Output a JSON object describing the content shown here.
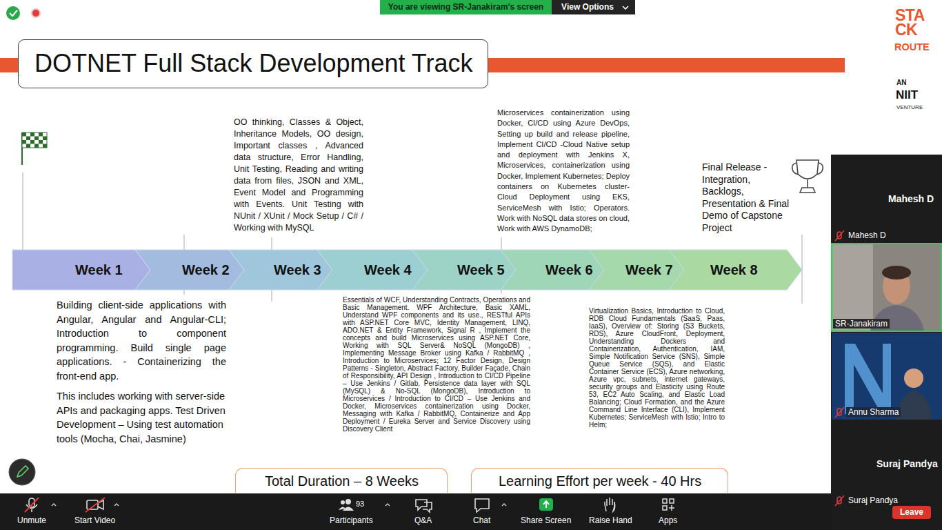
{
  "diagram": {
    "title": "DOTNET Full Stack Development Track",
    "nodes": [
      {
        "text": [
          "Week 1"
        ]
      },
      {
        "text": [
          "Week 2"
        ]
      },
      {
        "text": [
          "Week 3"
        ]
      },
      {
        "text": [
          "Week 4"
        ]
      },
      {
        "text": [
          "Week 5"
        ]
      },
      {
        "text": [
          "Week 6"
        ]
      },
      {
        "text": [
          "Week 7"
        ]
      },
      {
        "text": [
          "Week 8"
        ]
      },
      {
        "text": [
          "Total Duration – 8 Weeks"
        ]
      },
      {
        "text": [
          "Learning Effort per week - 40 Hrs"
        ]
      }
    ],
    "labels": [
      "You are viewing SR-Janakiram's screen",
      "View Options",
      "STACK",
      "ROUTE",
      "AN",
      "NIIT",
      "VENTURE",
      "OO thinking, Classes & Object, Inheritance Models, OO design, Important classes , Advanced data structure, Error Handling, Unit Testing, Reading and writing data from files, JSON and XML, Event Model and Programming with Events. Unit Testing with NUnit / XUnit / Mock Setup / C# / Working with MySQL",
      "Microservices containerization using Docker, CI/CD using Azure DevOps, Setting up build and release pipeline, Implement CI/CD -Cloud Native setup and deployment with Jenkins X, Microservices, containerization using Docker, Implement Kubernetes; Deploy containers on Kubernetes cluster-Cloud Deployment using EKS, ServiceMesh with Istio; Operators. Work with NoSQL data stores on cloud, Work with AWS DynamoDB;",
      "Final Release - Integration, Backlogs, Presentation & Final Demo of Capstone Project",
      "Building client-side applications with Angular, Angular and Angular-CLI; Introduction to component programming. Build single page applications. - Containerizing the front-end app.",
      "This includes working with server-side APIs and packaging apps. Test Driven Development – Using test automation tools (Mocha, Chai, Jasmine)",
      "Essentials of WCF, Understanding Contracts, Operations and Basic Management. WPF Architecture, Basic XAML, Understand WPF components and its use., RESTful APIs with ASP.NET Core MVC, Identity Management, LINQ, ADO.NET & Entity Framework, Signal R , Implement the concepts and build Microservices using ASP.NET Core, Working with SQL Server& NoSQL (MongoDB) , Implementing Message Broker using Kafka / RabbitMQ , Introduction to Microservices; 12 Factor Design, Design Patterns - Singleton, Abstract Factory, Builder Façade, Chain of Responsibility, API Design , Introduction to CI/CD Pipeline – Use Jenkins / Gitlab, Persistence data layer with SQL (MySQL) & No-SQL (MongoDB), Introduction to Microservices / Introduction to CI/CD – Use Jenkins and Docker, Microservices containerization using Docker, Messaging with Kafka / RabbitMQ, Containerize and App Deployment / Eureka Server and Service Discovery using Discovery Client",
      "Virtualization Basics, Introduction to Cloud, RDB Cloud Fundamentals (SaaS, Paas, IaaS), Overview of: Storing (S3 Buckets, RDS), Azure CloudFront, Deployment, Understanding Dockers and Containerization, Authentication, IAM, Simple Notification Service (SNS), Simple Queue Service (SQS), and Elastic Container Service (ECS), Azure networking, Azure vpc, subnets, internet gateways, security groups and Elasticity using Route 53, EC2 Auto Scaling, and Elastic Load Balancing; Cloud Formation, and the Azure Command Line Interface (CLI), Implement Kubernetes; ServiceMesh with Istio; Intro to Helm;",
      "Mahesh D",
      "Mahesh D",
      "SR-Janakiram",
      "Annu Sharma",
      "Suraj Pandya",
      "Suraj Pandya",
      "Unmute",
      "Start Video",
      "93",
      "Participants",
      "Q&A",
      "Chat",
      "Share Screen",
      "Raise Hand",
      "Apps",
      "Leave"
    ]
  }
}
